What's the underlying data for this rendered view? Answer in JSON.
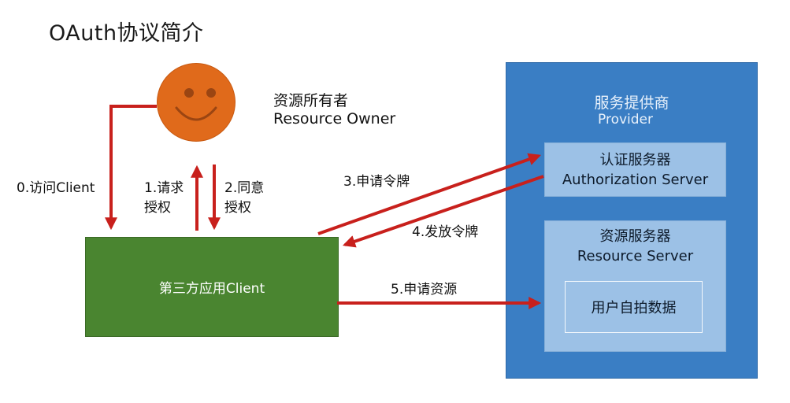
{
  "title": "OAuth协议简介",
  "resource_owner": {
    "name_cn": "资源所有者",
    "name_en": "Resource Owner"
  },
  "client": {
    "label": "第三方应用Client"
  },
  "provider": {
    "name_cn": "服务提供商",
    "name_en": "Provider",
    "auth_server": {
      "name_cn": "认证服务器",
      "name_en": "Authorization Server"
    },
    "resource_server": {
      "name_cn": "资源服务器",
      "name_en": "Resource Server",
      "data_label": "用户自拍数据"
    }
  },
  "steps": {
    "step0": "0.访问Client",
    "step1_line1": "1.请求",
    "step1_line2": "授权",
    "step2_line1": "2.同意",
    "step2_line2": "授权",
    "step3": "3.申请令牌",
    "step4": "4.发放令牌",
    "step5": "5.申请资源"
  },
  "colors": {
    "arrow": "#c8201c",
    "face": "#e06a1b",
    "client_fill": "#4a8530",
    "provider_fill": "#3a7ec4",
    "server_fill": "#9cc1e6"
  }
}
